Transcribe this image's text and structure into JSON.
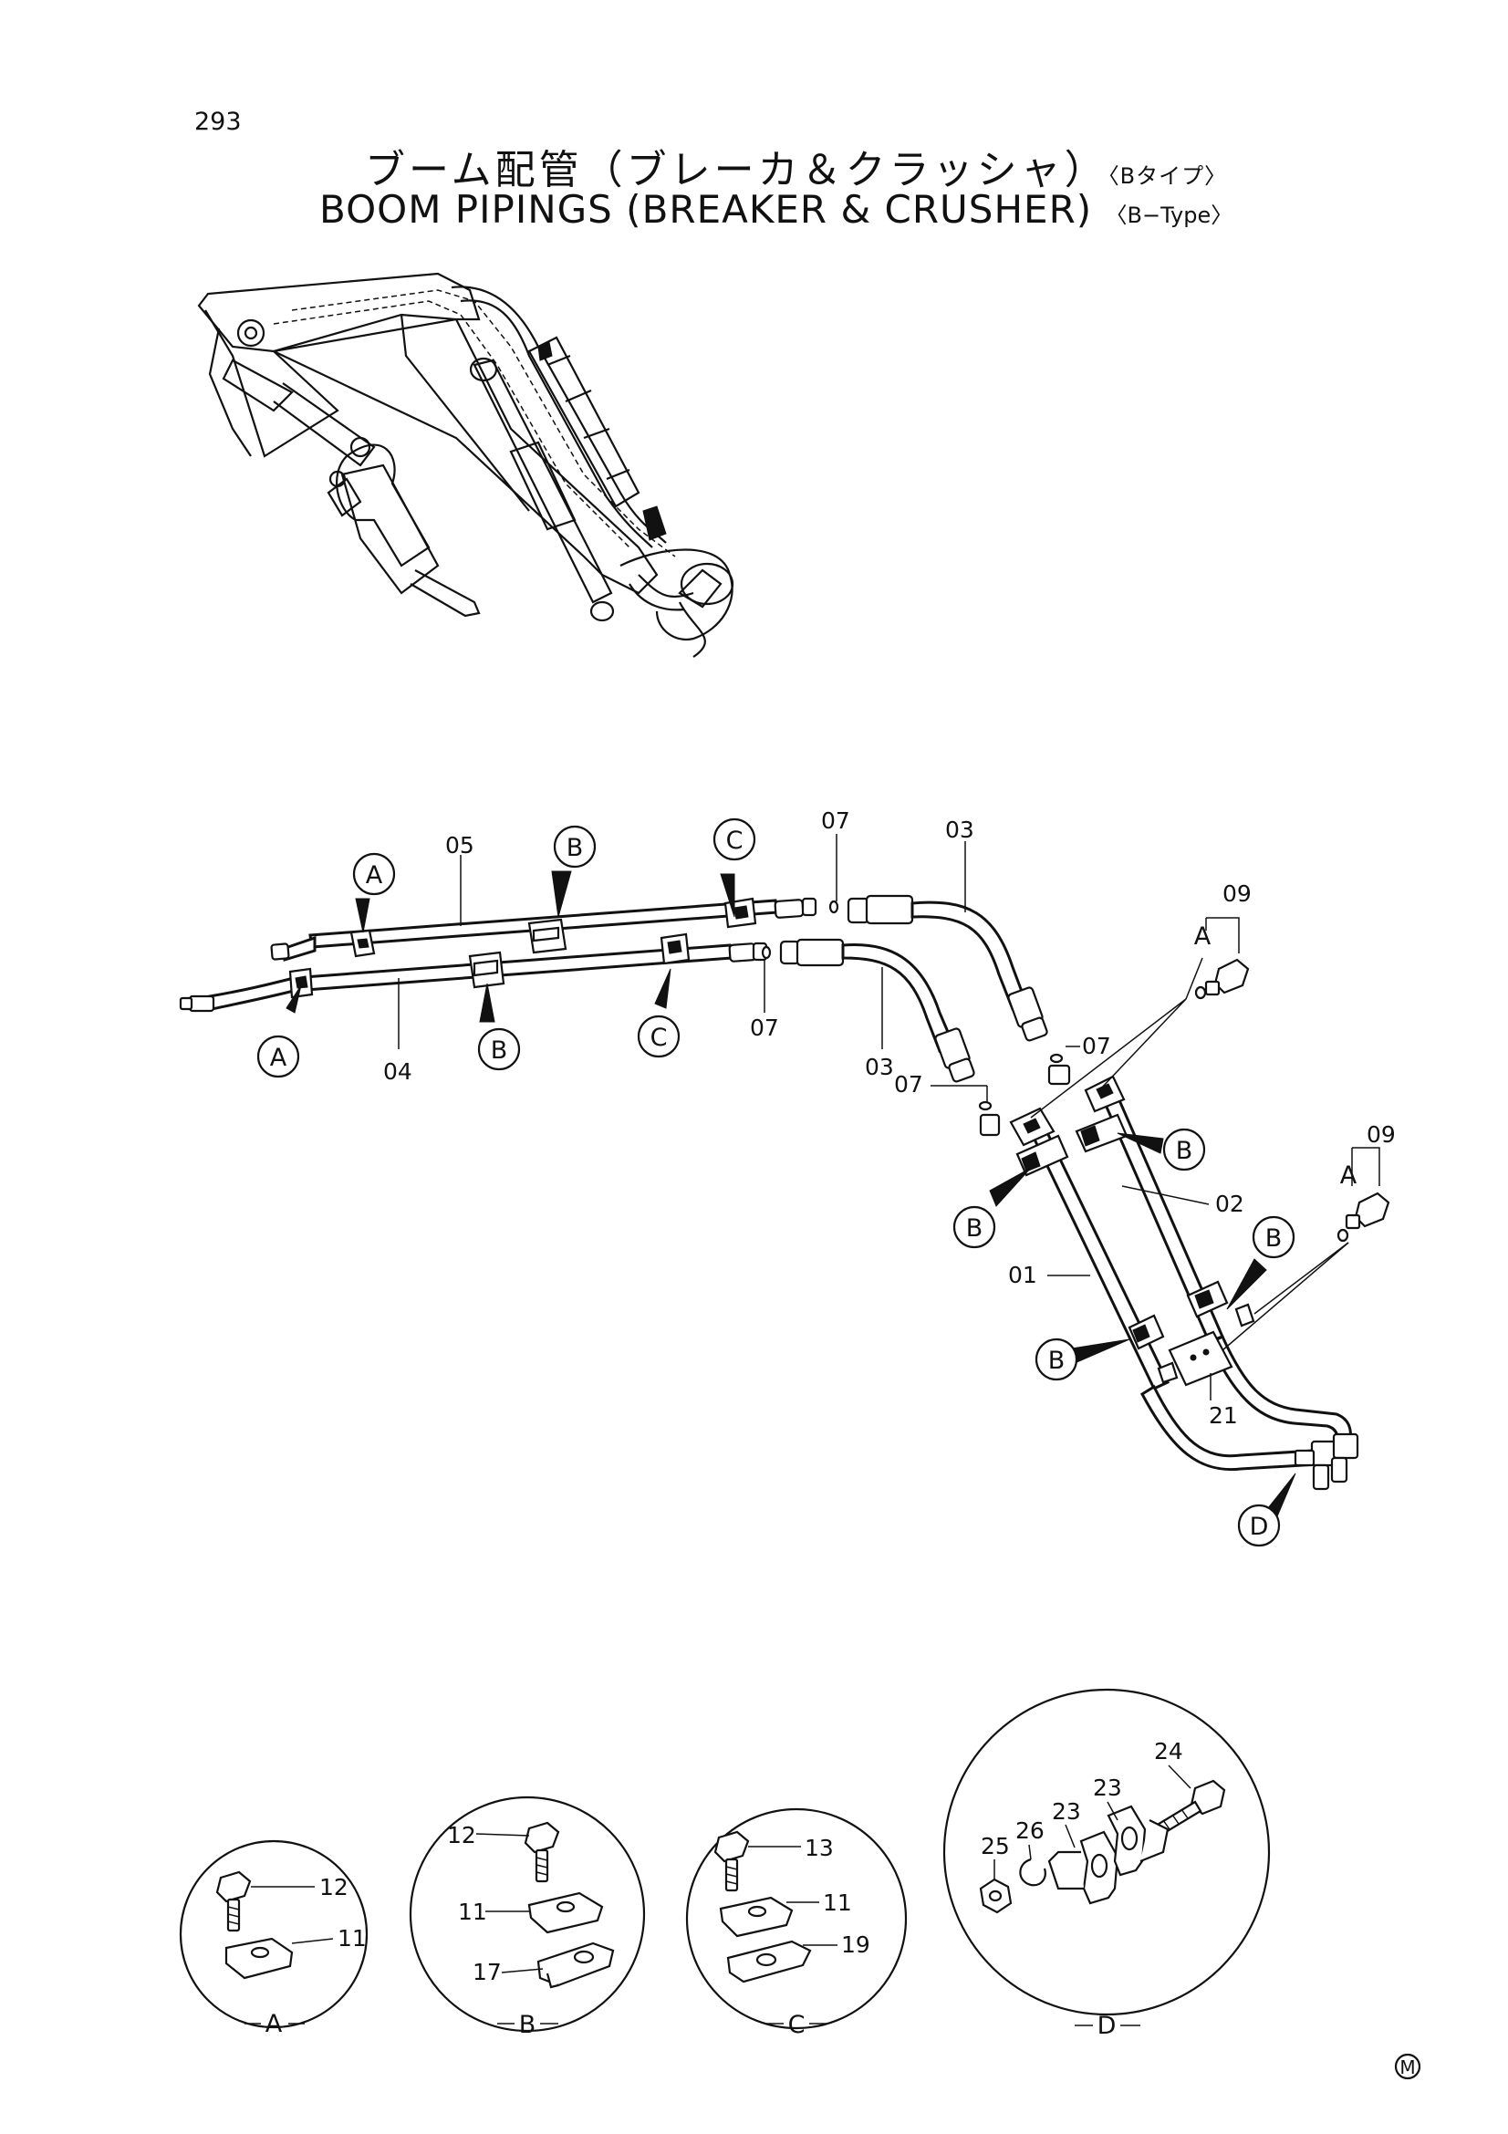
{
  "page": {
    "number": "293",
    "mark": "M"
  },
  "title": {
    "jp_main": "ブーム配管（ブレーカ＆クラッシャ）",
    "jp_sub": "〈Bタイプ〉",
    "en_main": "BOOM PIPINGS (BREAKER & CRUSHER)",
    "en_sub": "〈B−Type〉"
  },
  "part_numbers": {
    "p01": "01",
    "p02": "02",
    "p03a": "03",
    "p03b": "03",
    "p04": "04",
    "p05": "05",
    "p07a": "07",
    "p07b": "07",
    "p07c": "07",
    "p07d": "07",
    "p09a": "09",
    "p09b": "09",
    "p21": "21"
  },
  "callouts": {
    "a1": "A",
    "a2": "A",
    "a3": "A",
    "a4": "A",
    "b1": "B",
    "b2": "B",
    "b3": "B",
    "b4": "B",
    "b5": "B",
    "b6": "B",
    "c1": "C",
    "c2": "C",
    "d1": "D"
  },
  "details": {
    "A": {
      "label": "A",
      "parts": [
        "12",
        "11"
      ]
    },
    "B": {
      "label": "B",
      "parts": [
        "12",
        "11",
        "17"
      ]
    },
    "C": {
      "label": "C",
      "parts": [
        "13",
        "11",
        "19"
      ]
    },
    "D": {
      "label": "D",
      "parts": [
        "24",
        "23",
        "23",
        "26",
        "25"
      ]
    }
  }
}
